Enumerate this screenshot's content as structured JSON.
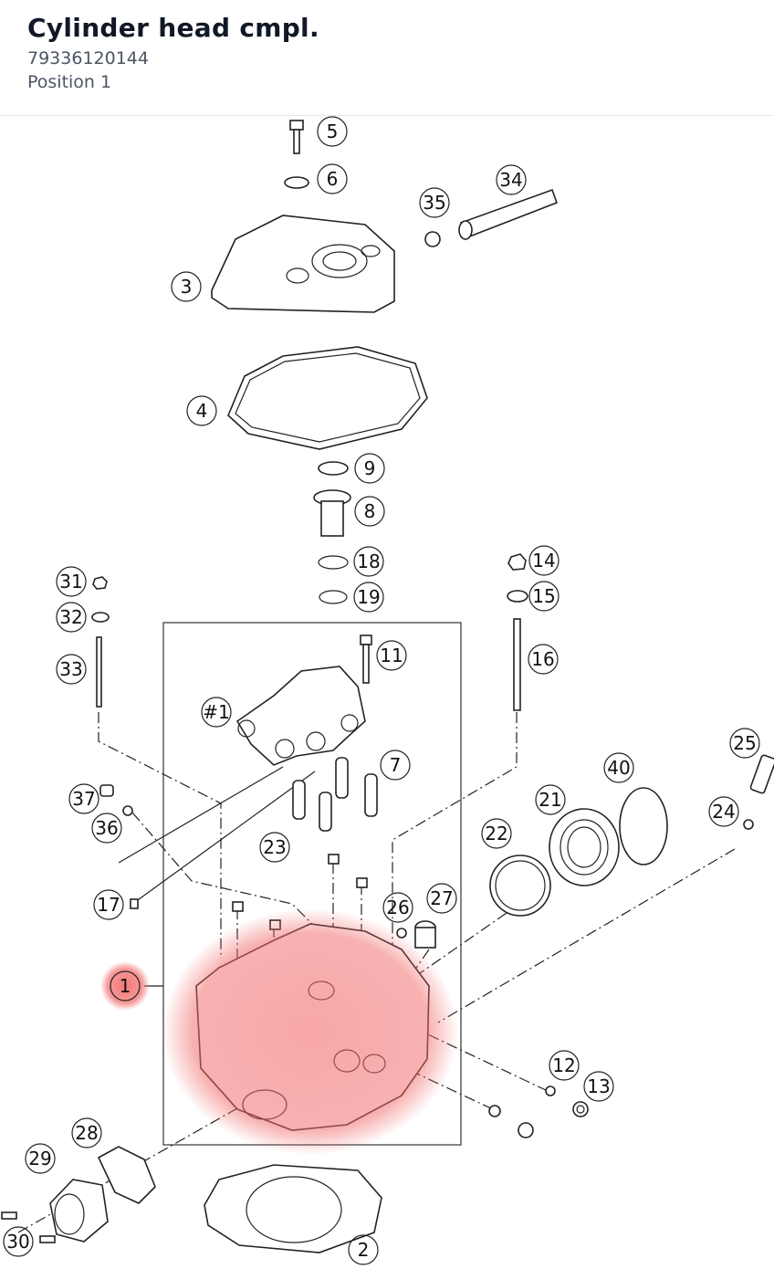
{
  "header": {
    "title": "Cylinder head cmpl.",
    "part_number": "79336120144",
    "position": "Position 1"
  },
  "colors": {
    "highlight": "#f26b6b",
    "text": "#111827",
    "subtext": "#4b5563"
  },
  "callouts": {
    "c1": "1",
    "c2": "2",
    "c3": "3",
    "c4": "4",
    "c5": "5",
    "c6": "6",
    "c7": "7",
    "c8": "8",
    "c9": "9",
    "c11": "11",
    "c12": "12",
    "c13": "13",
    "c14": "14",
    "c15": "15",
    "c16": "16",
    "c17": "17",
    "c18": "18",
    "c19": "19",
    "c21": "21",
    "c22": "22",
    "c23": "23",
    "c24": "24",
    "c25": "25",
    "c26": "26",
    "c27": "27",
    "c28": "28",
    "c29": "29",
    "c30": "30",
    "c31": "31",
    "c32": "32",
    "c33": "33",
    "c34": "34",
    "c35": "35",
    "c36": "36",
    "c37": "37",
    "c40": "40",
    "cA1": "#1"
  },
  "selected_callout": "1"
}
